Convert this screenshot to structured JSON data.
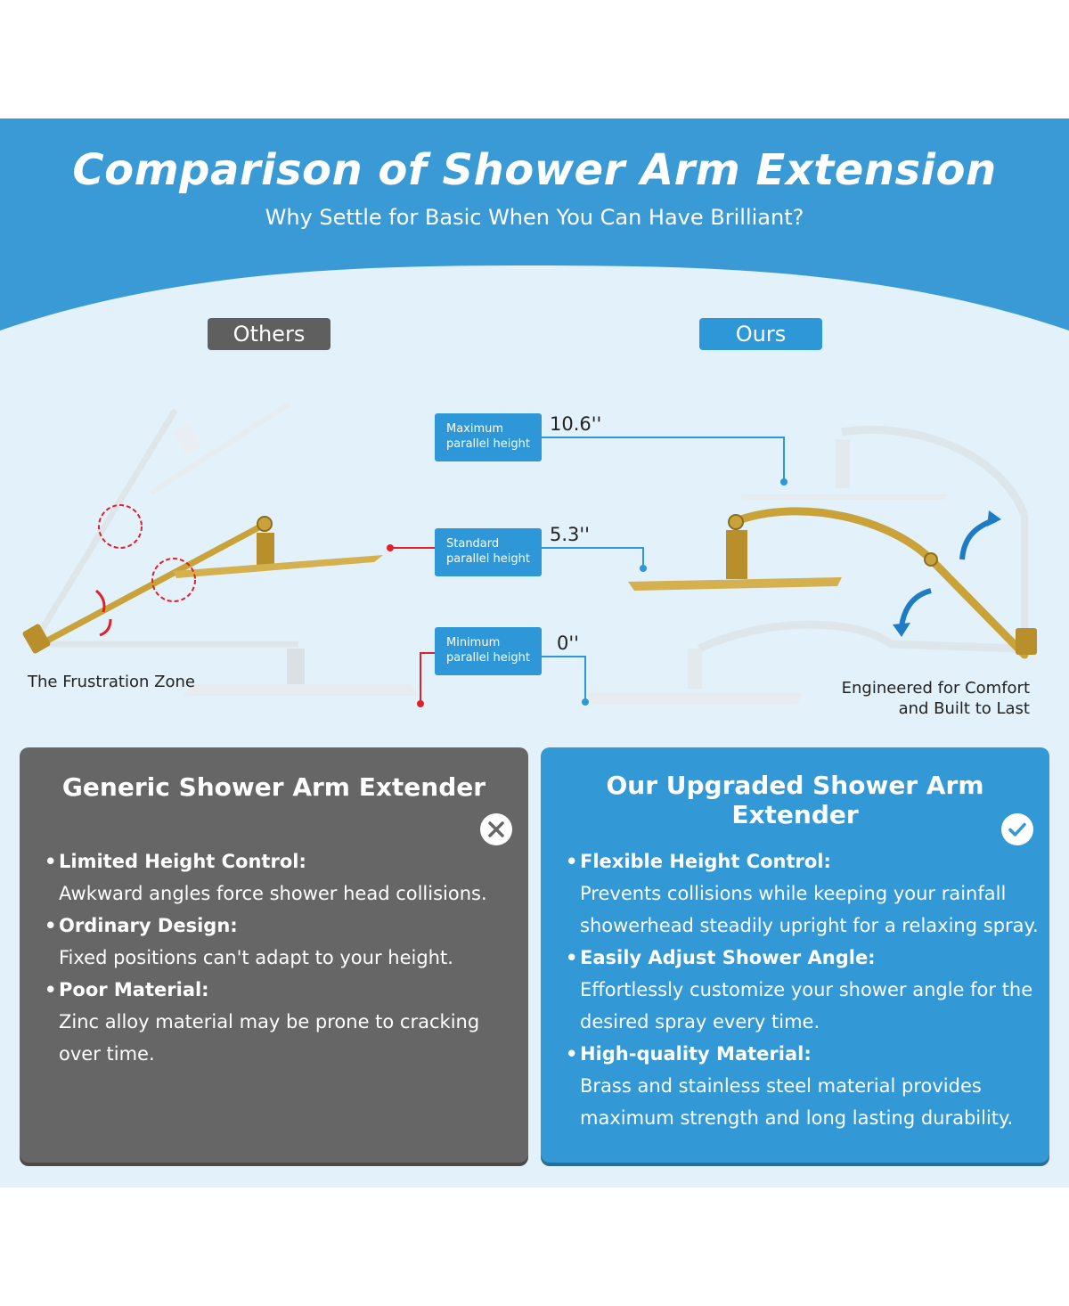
{
  "header": {
    "title": "Comparison of Shower Arm Extension",
    "subtitle": "Why Settle for Basic When You Can Have Brilliant?"
  },
  "tags": {
    "others": "Others",
    "ours": "Ours"
  },
  "heights": [
    {
      "label_line1": "Maximum",
      "label_line2": "parallel height",
      "value": "10.6''"
    },
    {
      "label_line1": "Standard",
      "label_line2": "parallel height",
      "value": "5.3''"
    },
    {
      "label_line1": "Minimum",
      "label_line2": "parallel height",
      "value": "0''"
    }
  ],
  "captions": {
    "left": "The Frustration Zone",
    "right_line1": "Engineered for Comfort",
    "right_line2": "and Built to Last"
  },
  "generic_panel": {
    "title": "Generic Shower Arm Extender",
    "icon": "close-icon",
    "items": [
      {
        "head": "Limited Height Control:",
        "body": [
          "Awkward angles force shower head collisions."
        ]
      },
      {
        "head": "Ordinary Design:",
        "body": [
          "Fixed positions can't adapt to your height."
        ]
      },
      {
        "head": "Poor Material:",
        "body": [
          "Zinc alloy material may be prone to cracking",
          "over time."
        ]
      }
    ]
  },
  "ours_panel": {
    "title": "Our Upgraded Shower Arm Extender",
    "icon": "check-icon",
    "items": [
      {
        "head": "Flexible Height Control:",
        "body": [
          "Prevents collisions while keeping your rainfall",
          "showerhead steadily upright for a relaxing spray."
        ]
      },
      {
        "head": "Easily Adjust Shower Angle:",
        "body": [
          "Effortlessly customize your shower angle for the",
          "desired spray every time."
        ]
      },
      {
        "head": "High-quality Material:",
        "body": [
          "Brass and stainless steel material provides",
          "maximum strength and long lasting durability."
        ]
      }
    ]
  },
  "colors": {
    "blue": "#2e97d8",
    "gray": "#666666",
    "gold": "#c9a33a",
    "red": "#e0202a"
  }
}
